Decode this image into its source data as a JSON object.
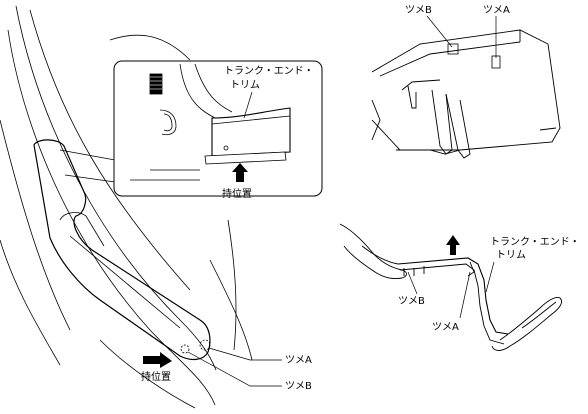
{
  "labels": {
    "inset_part_line1": "トランク・エンド・",
    "inset_part_line2": "トリム",
    "inset_grip": "持位置",
    "main_grip": "持位置",
    "main_claw_a": "ツメA",
    "main_claw_b": "ツメB",
    "topright_claw_b": "ツメB",
    "topright_claw_a": "ツメA",
    "lowright_part_line1": "トランク・エンド・",
    "lowright_part_line2": "トリム",
    "lowright_claw_b": "ツメB",
    "lowright_claw_a": "ツメA"
  },
  "colors": {
    "ink": "#000000",
    "paper": "#ffffff"
  }
}
